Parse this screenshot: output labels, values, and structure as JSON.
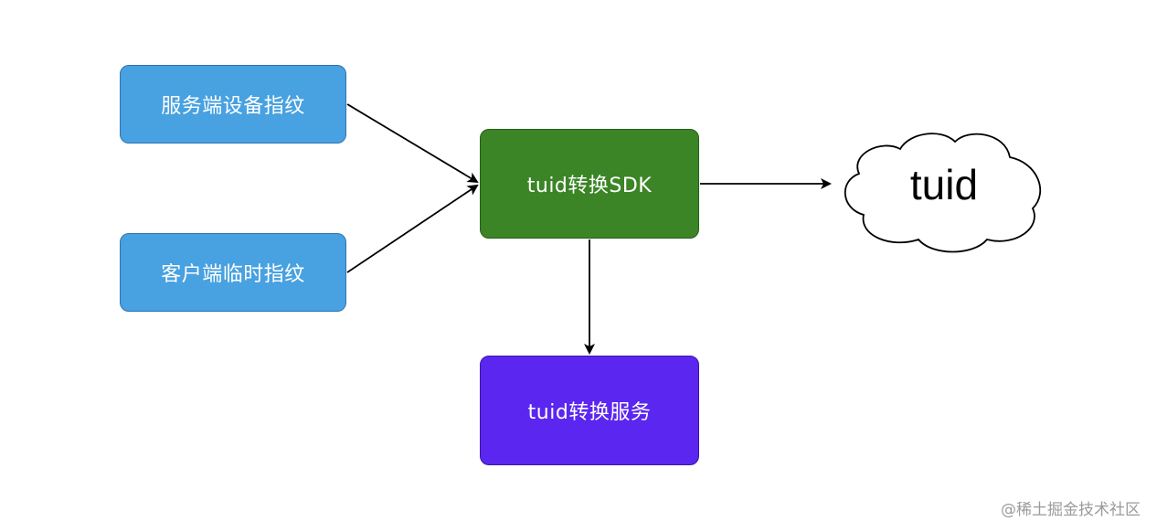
{
  "nodes": {
    "server_fingerprint": "服务端设备指纹",
    "client_fingerprint": "客户端临时指纹",
    "sdk": "tuid转换SDK",
    "service": "tuid转换服务",
    "output": "tuid"
  },
  "colors": {
    "input_fill": "#48a1e0",
    "sdk_fill": "#3b8526",
    "service_fill": "#5b26f0",
    "edge": "#000000"
  },
  "watermark": "@稀土掘金技术社区"
}
